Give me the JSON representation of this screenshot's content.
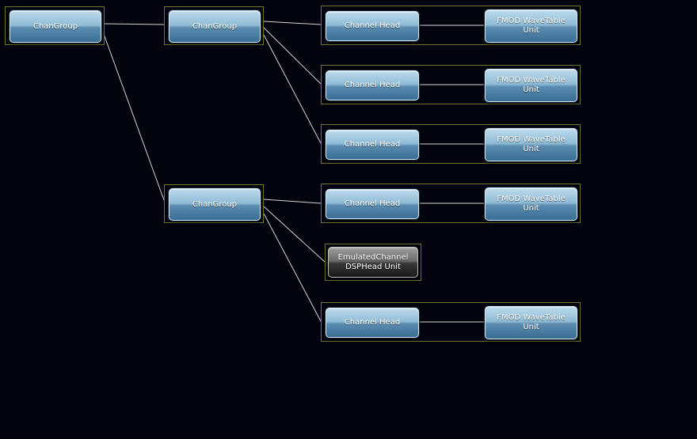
{
  "graph": {
    "root": {
      "label": "ChanGroup"
    },
    "group1": {
      "label": "ChanGroup"
    },
    "group2": {
      "label": "ChanGroup"
    },
    "pairs": [
      {
        "head": "Channel Head",
        "unit": "FMOD WaveTable Unit"
      },
      {
        "head": "Channel Head",
        "unit": "FMOD WaveTable Unit"
      },
      {
        "head": "Channel Head",
        "unit": "FMOD WaveTable Unit"
      },
      {
        "head": "Channel Head",
        "unit": "FMOD WaveTable Unit"
      },
      {
        "head": "Channel Head",
        "unit": "FMOD WaveTable Unit"
      }
    ],
    "emulated": {
      "label": "EmulatedChannel DSPHead Unit"
    },
    "colors": {
      "background": "#03030e",
      "frame_border": "#70742e",
      "connector": "#d4d4d4",
      "node_blue_top": "#bcdbec",
      "node_blue_bottom": "#3a6d94",
      "node_dark_top": "#9f9f9f",
      "node_dark_bottom": "#181818"
    }
  }
}
